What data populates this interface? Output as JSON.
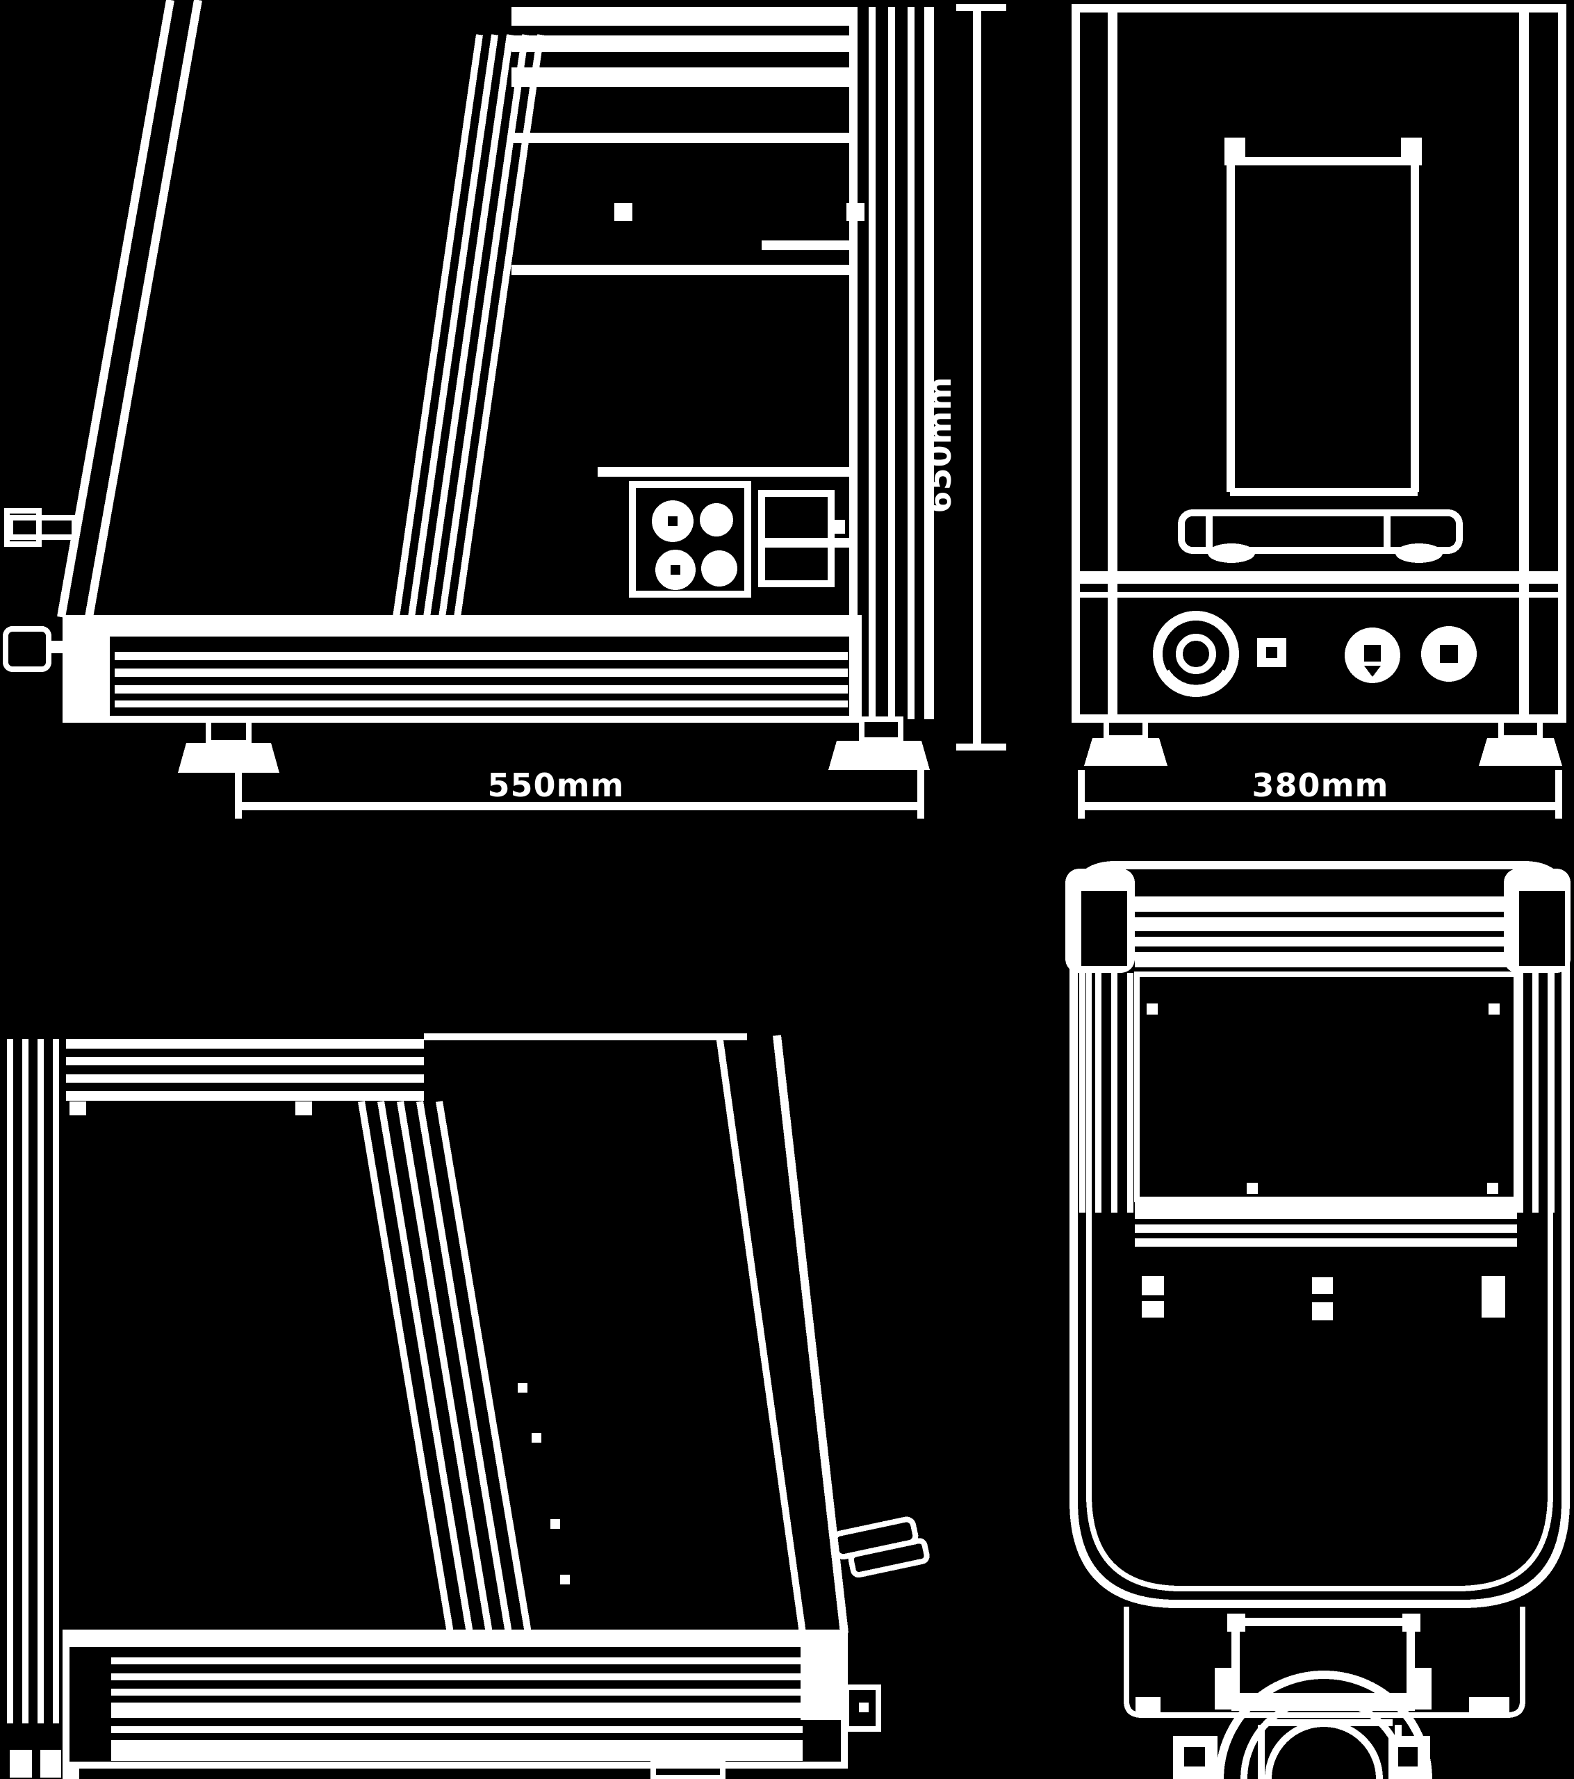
{
  "drawing": {
    "background_color": "#000000",
    "line_color": "#ffffff",
    "views": {
      "side_view": {
        "width_label": "550mm",
        "height_label": "650mm"
      },
      "front_view": {
        "width_label": "380mm"
      }
    }
  }
}
